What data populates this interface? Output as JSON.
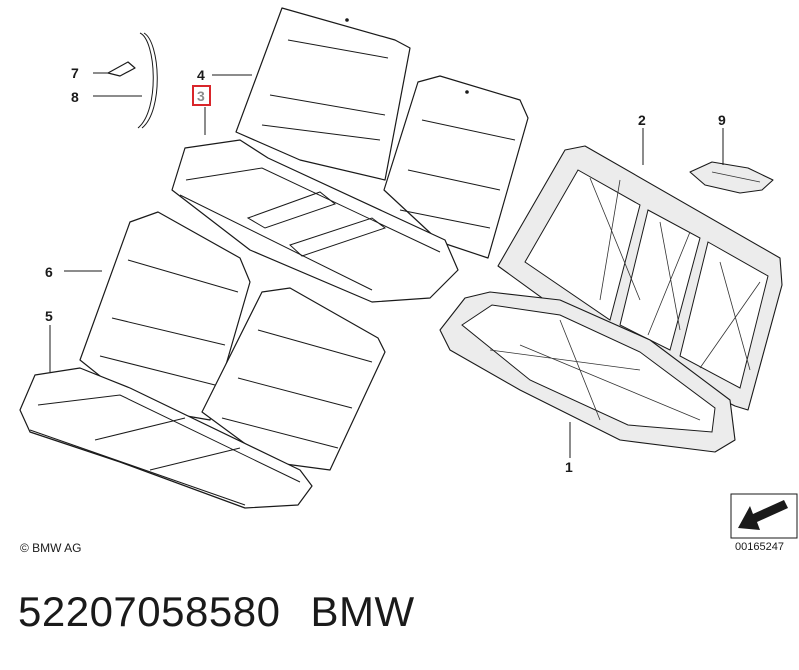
{
  "diagram": {
    "callouts": {
      "c1": "1",
      "c2": "2",
      "c3": "3",
      "c4": "4",
      "c5": "5",
      "c6": "6",
      "c7": "7",
      "c8": "8",
      "c9": "9"
    },
    "highlighted_part": "3",
    "highlight_color": "#d9262b",
    "copyright": "© BMW AG",
    "reference_number": "00165247"
  },
  "footer": {
    "part_number": "52207058580",
    "brand": "BMW"
  }
}
